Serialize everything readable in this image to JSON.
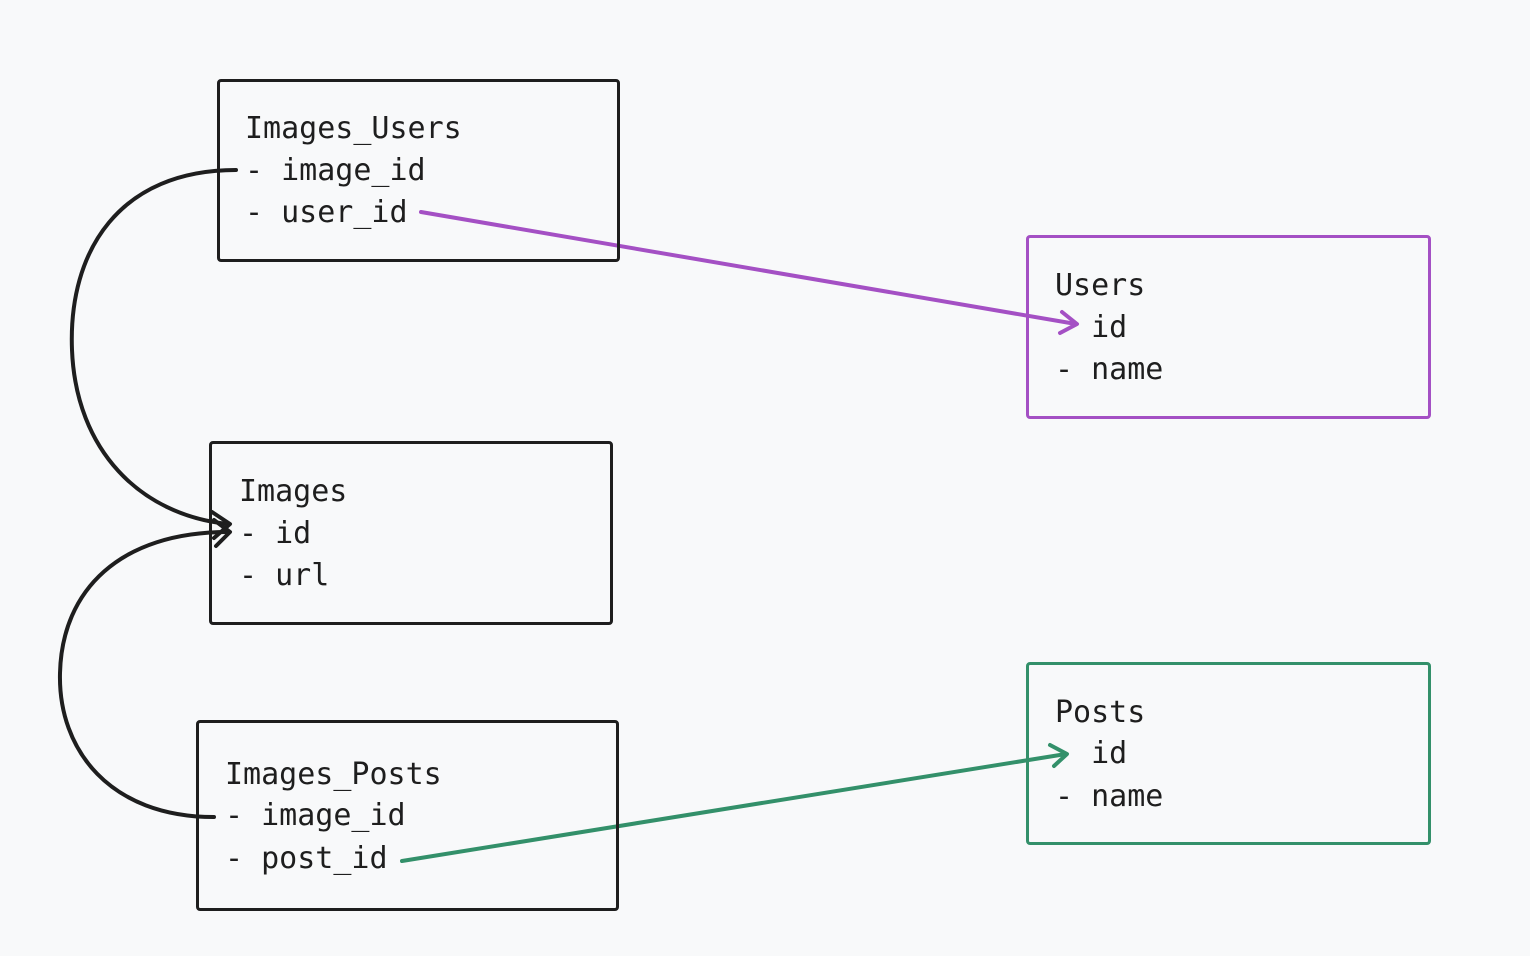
{
  "tables": [
    {
      "id": "images_users",
      "title": "Images_Users",
      "fields": [
        "- image_id",
        "- user_id"
      ],
      "color": "#1e1e1e"
    },
    {
      "id": "images",
      "title": "Images",
      "fields": [
        "- id",
        "- url"
      ],
      "color": "#1e1e1e"
    },
    {
      "id": "images_posts",
      "title": "Images_Posts",
      "fields": [
        "- image_id",
        "- post_id"
      ],
      "color": "#1e1e1e"
    },
    {
      "id": "users",
      "title": "Users",
      "fields": [
        "  id",
        "- name"
      ],
      "color": "#a450c4"
    },
    {
      "id": "posts",
      "title": "Posts",
      "fields": [
        "  id",
        "- name"
      ],
      "color": "#33906a"
    }
  ],
  "relations": [
    {
      "from": "images_users.image_id",
      "to": "images.id",
      "color": "#1e1e1e"
    },
    {
      "from": "images_posts.image_id",
      "to": "images.id",
      "color": "#1e1e1e"
    },
    {
      "from": "images_users.user_id",
      "to": "users.id",
      "color": "#a450c4"
    },
    {
      "from": "images_posts.post_id",
      "to": "posts.id",
      "color": "#33906a"
    }
  ]
}
